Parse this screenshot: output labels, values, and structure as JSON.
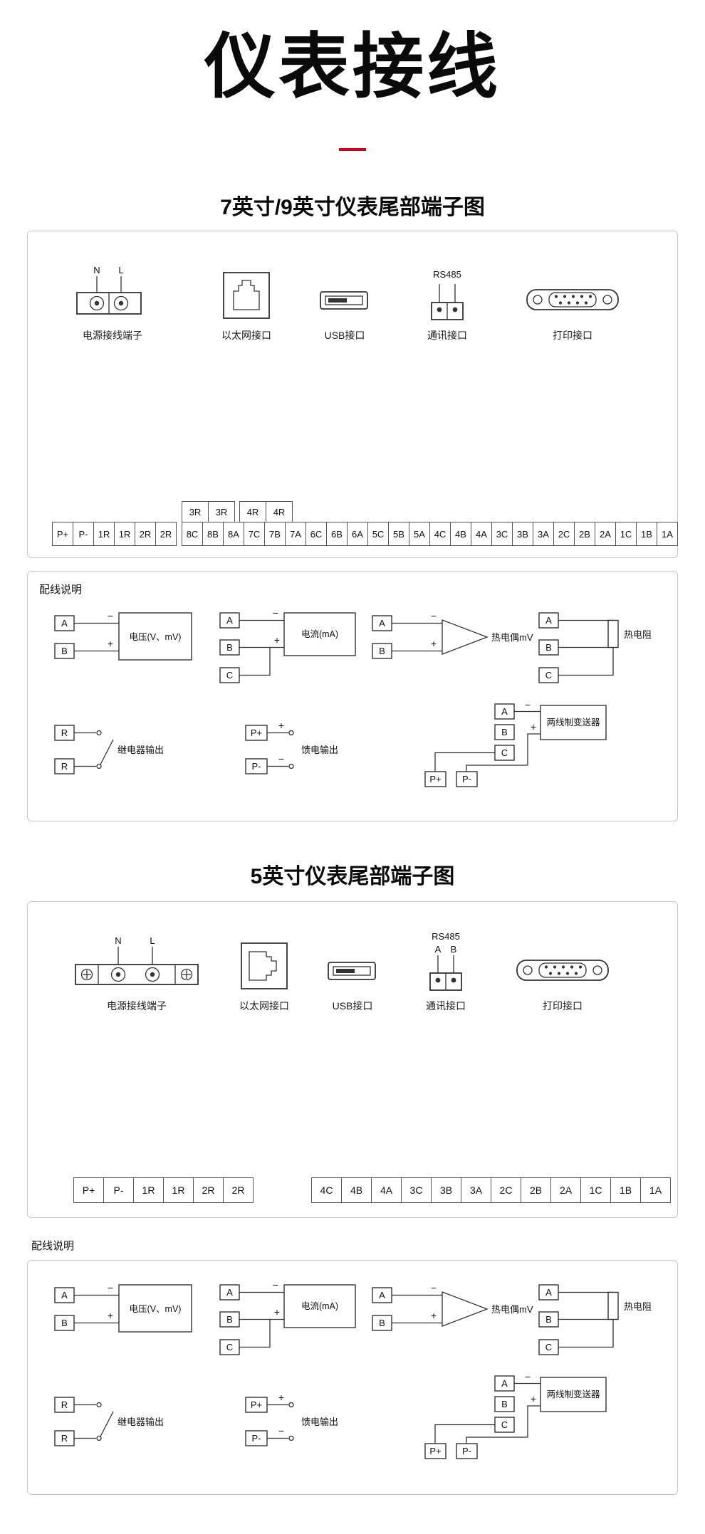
{
  "page": {
    "title": "仪表接线",
    "accent_color": "#d0021b"
  },
  "section_7": {
    "heading": "7英寸/9英寸仪表尾部端子图",
    "power": {
      "label": "电源接线端子",
      "pin_n": "N",
      "pin_l": "L"
    },
    "ethernet": {
      "label": "以太网接口"
    },
    "usb": {
      "label": "USB接口"
    },
    "rs485": {
      "title": "RS485",
      "label": "通讯接口"
    },
    "printer": {
      "label": "打印接口"
    },
    "relay_strip_a": [
      "3R",
      "3R"
    ],
    "relay_strip_b": [
      "4R",
      "4R"
    ],
    "left_strip": [
      "P+",
      "P-",
      "1R",
      "1R",
      "2R",
      "2R"
    ],
    "main_strip": [
      "8C",
      "8B",
      "8A",
      "7C",
      "7B",
      "7A",
      "6C",
      "6B",
      "6A",
      "5C",
      "5B",
      "5A",
      "4C",
      "4B",
      "4A",
      "3C",
      "3B",
      "3A",
      "2C",
      "2B",
      "2A",
      "1C",
      "1B",
      "1A"
    ]
  },
  "section_5": {
    "heading": "5英寸仪表尾部端子图",
    "power": {
      "label": "电源接线端子",
      "pin_n": "N",
      "pin_l": "L"
    },
    "ethernet": {
      "label": "以太网接口"
    },
    "usb": {
      "label": "USB接口"
    },
    "rs485": {
      "title": "RS485",
      "pin_a": "A",
      "pin_b": "B",
      "label": "通讯接口"
    },
    "printer": {
      "label": "打印接口"
    },
    "left_strip": [
      "P+",
      "P-",
      "1R",
      "1R",
      "2R",
      "2R"
    ],
    "main_strip": [
      "4C",
      "4B",
      "4A",
      "3C",
      "3B",
      "3A",
      "2C",
      "2B",
      "2A",
      "1C",
      "1B",
      "1A"
    ]
  },
  "wiring": {
    "heading": "配线说明",
    "plus": "+",
    "minus": "−",
    "voltage": {
      "a": "A",
      "b": "B",
      "label": "电压(V、mV)"
    },
    "current": {
      "a": "A",
      "b": "B",
      "c": "C",
      "label": "电流(mA)"
    },
    "thermocouple": {
      "a": "A",
      "b": "B",
      "label": "热电偶mV"
    },
    "rtd": {
      "a": "A",
      "b": "B",
      "c": "C",
      "label": "热电阻"
    },
    "relay": {
      "r1": "R",
      "r2": "R",
      "label": "继电器输出"
    },
    "feed": {
      "p1": "P+",
      "p2": "P-",
      "label": "馈电输出"
    },
    "transmitter": {
      "a": "A",
      "b": "B",
      "c": "C",
      "p1": "P+",
      "p2": "P-",
      "label": "两线制变送器"
    }
  }
}
